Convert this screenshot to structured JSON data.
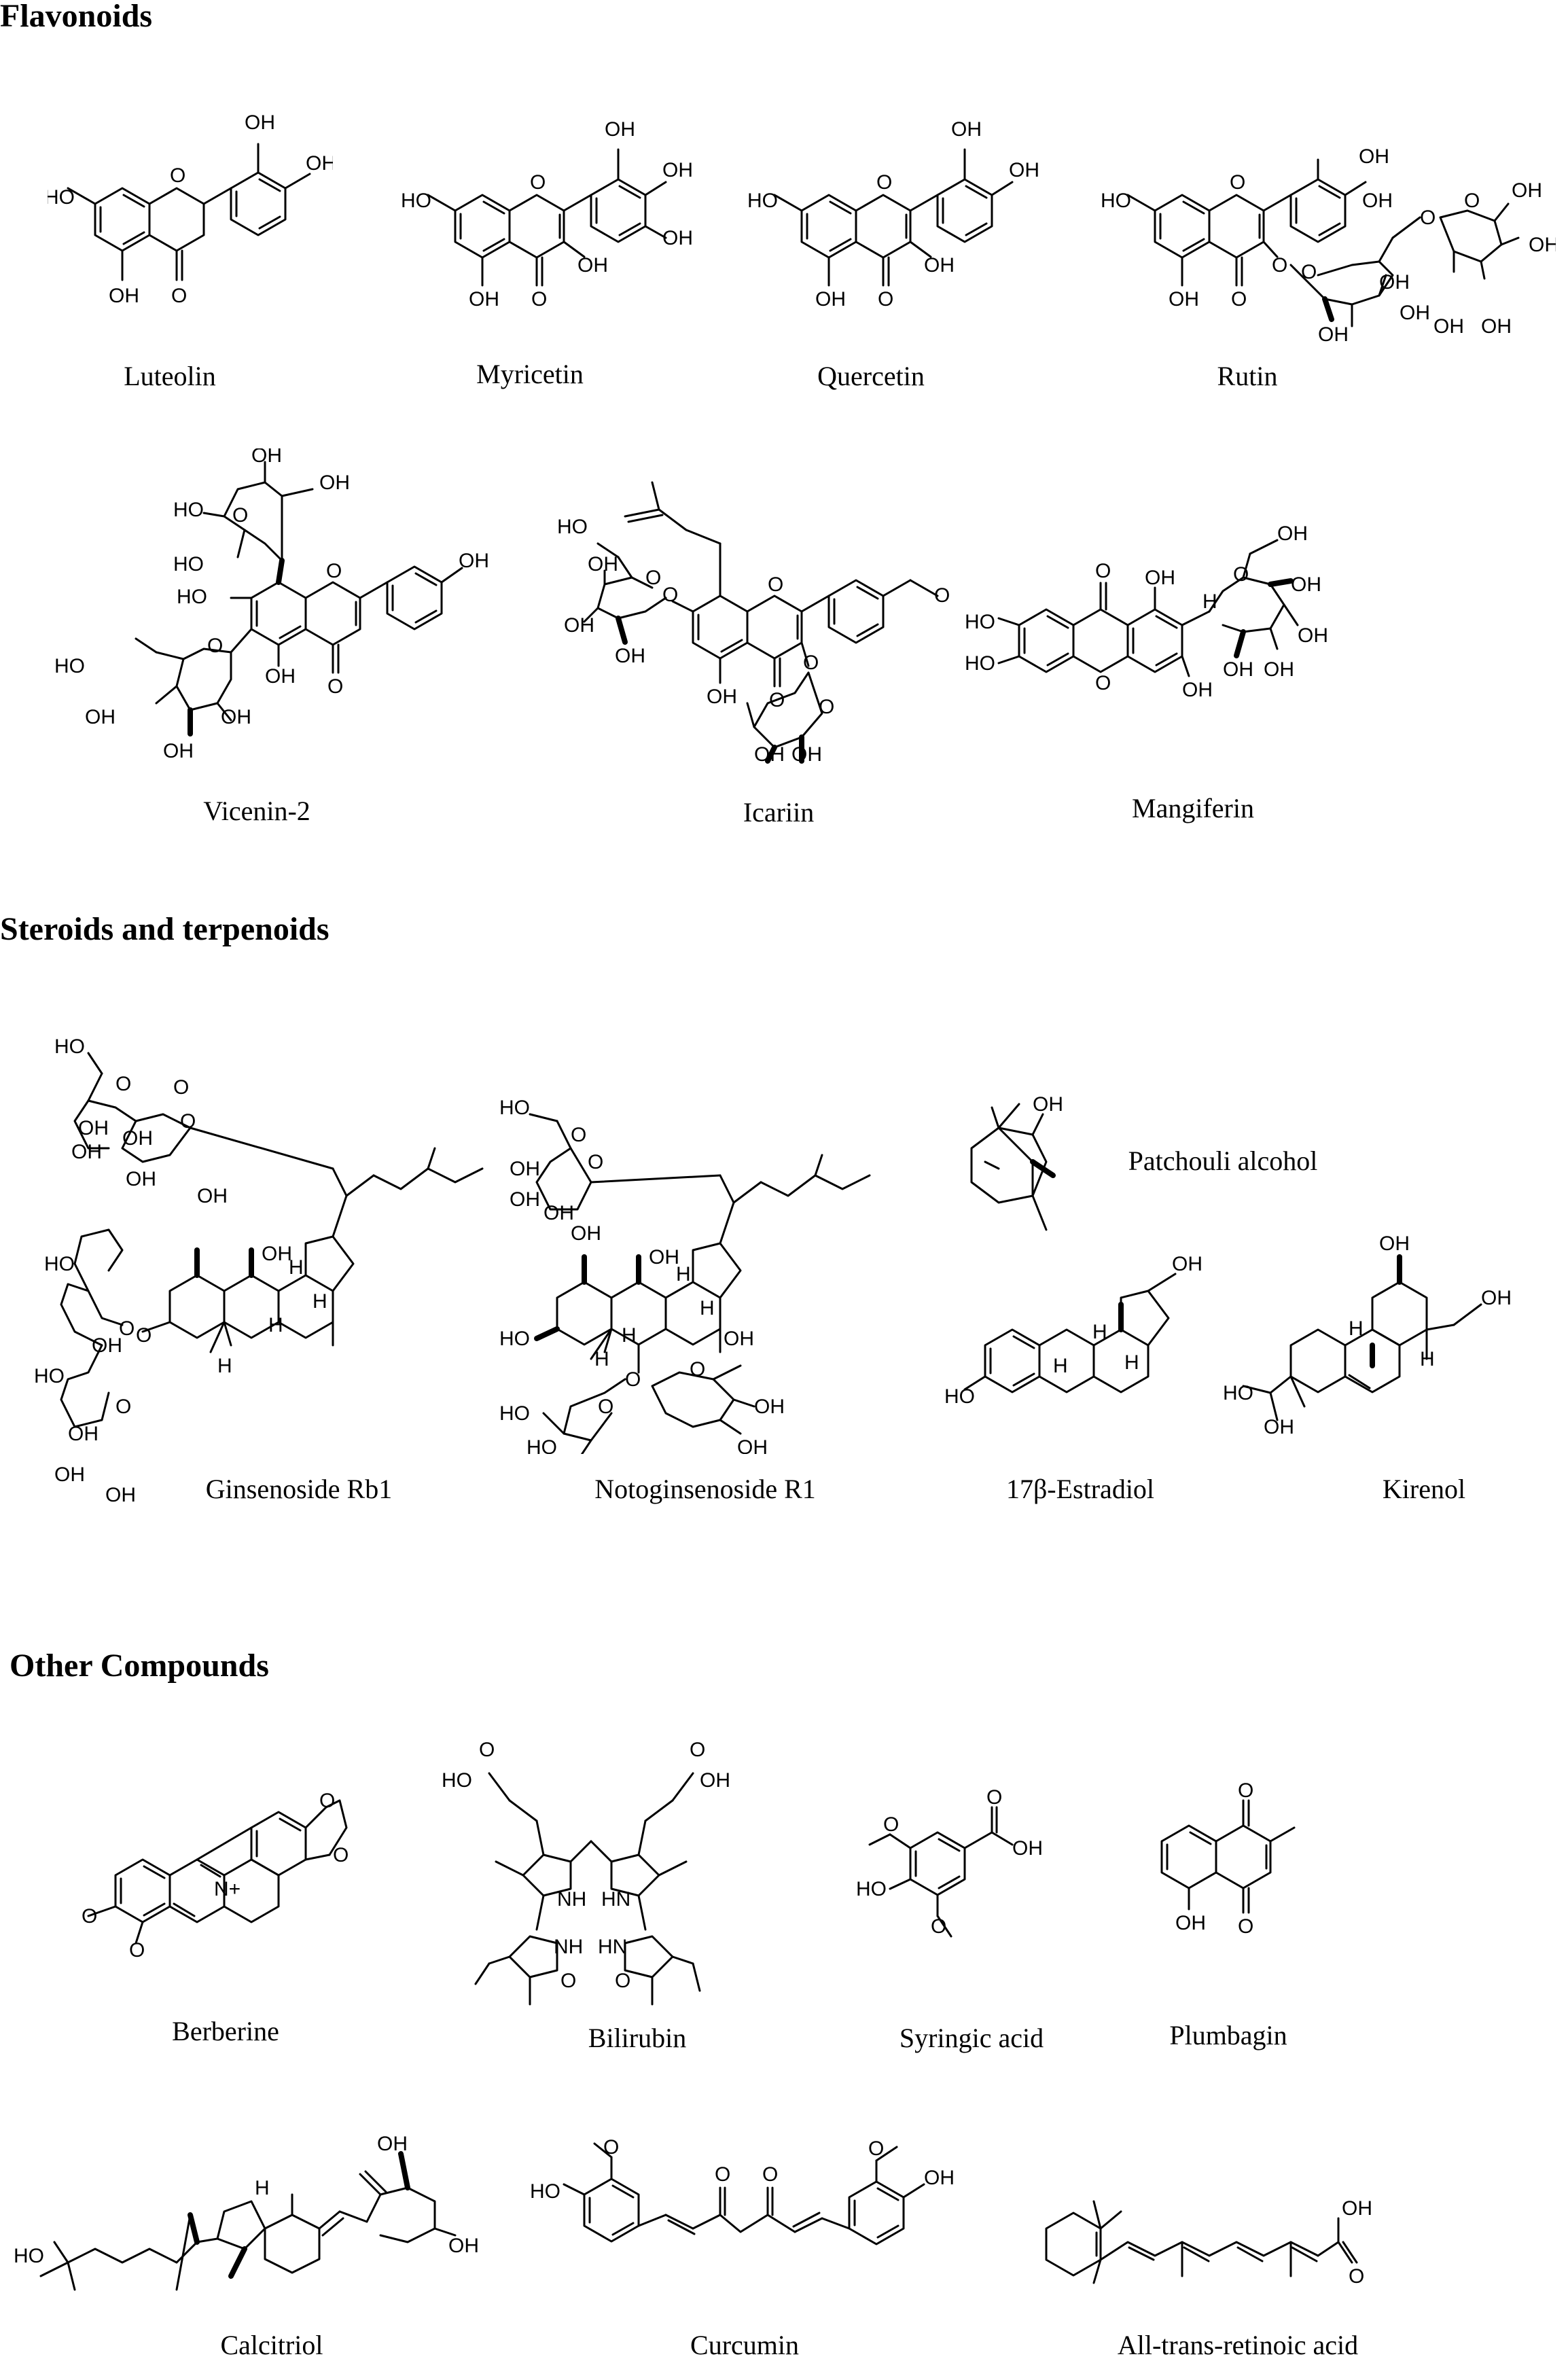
{
  "sections": [
    {
      "title": "Flavonoids"
    },
    {
      "title": "Steroids and terpenoids"
    },
    {
      "title": "Other Compounds"
    }
  ],
  "compounds": {
    "luteolin": "Luteolin",
    "myricetin": "Myricetin",
    "quercetin": "Quercetin",
    "rutin": "Rutin",
    "vicenin2": "Vicenin-2",
    "icariin": "Icariin",
    "mangiferin": "Mangiferin",
    "ginsenoside_rb1": "Ginsenoside Rb1",
    "notoginsenoside_r1": "Notoginsenoside R1",
    "patchouli_alcohol": "Patchouli alcohol",
    "estradiol": "17β-Estradiol",
    "kirenol": "Kirenol",
    "berberine": "Berberine",
    "bilirubin": "Bilirubin",
    "syringic_acid": "Syringic acid",
    "plumbagin": "Plumbagin",
    "calcitriol": "Calcitriol",
    "curcumin": "Curcumin",
    "retinoic_acid": "All-trans-retinoic acid"
  },
  "atom_labels": {
    "oh": "OH",
    "ho": "HO",
    "o": "O",
    "h": "H",
    "nh": "NH",
    "hn": "HN",
    "n_plus": "N+"
  }
}
